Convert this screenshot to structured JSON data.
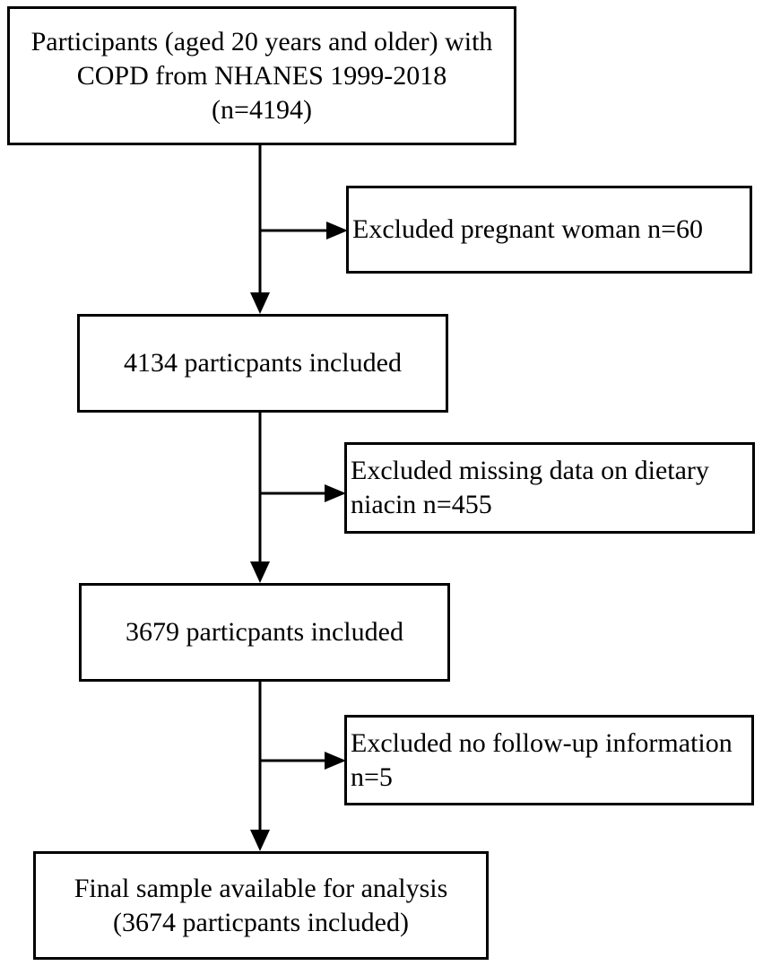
{
  "boxes": {
    "start": [
      "Participants (aged 20 years and older) with",
      "COPD from NHANES 1999-2018",
      "(n=4194)"
    ],
    "excl1": [
      "Excluded pregnant woman  n=60"
    ],
    "step2": [
      "4134 particpants included"
    ],
    "excl2": [
      "Excluded missing data on dietary",
      "niacin n=455"
    ],
    "step3": [
      "3679 particpants included"
    ],
    "excl3": [
      "Excluded no follow-up information",
      "n=5"
    ],
    "final": [
      "Final sample available for analysis",
      "(3674 particpants included)"
    ]
  }
}
